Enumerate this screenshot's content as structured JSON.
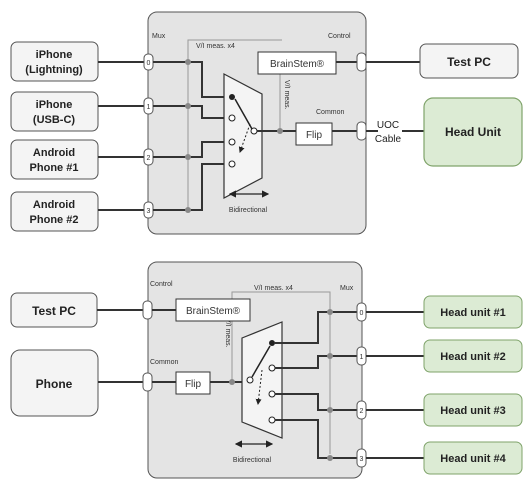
{
  "top": {
    "inputs": [
      {
        "line1": "iPhone",
        "line2": "(Lightning)"
      },
      {
        "line1": "iPhone",
        "line2": "(USB-C)"
      },
      {
        "line1": "Android",
        "line2": "Phone #1"
      },
      {
        "line1": "Android",
        "line2": "Phone #2"
      }
    ],
    "port_numbers": [
      "0",
      "1",
      "2",
      "3"
    ],
    "mux_label": "Mux",
    "control_label": "Control",
    "common_label": "Common",
    "vi_meas_x4": "V/I meas. x4",
    "vi_meas": "V/I meas.",
    "brainstem": "BrainStem®",
    "flip": "Flip",
    "bidirectional": "Bidirectional",
    "test_pc": "Test PC",
    "cable_line1": "UOC",
    "cable_line2": "Cable",
    "head_unit": "Head Unit"
  },
  "bottom": {
    "test_pc": "Test PC",
    "phone": "Phone",
    "control_label": "Control",
    "common_label": "Common",
    "mux_label": "Mux",
    "vi_meas_x4": "V/I meas. x4",
    "vi_meas": "V/I meas.",
    "brainstem": "BrainStem®",
    "flip": "Flip",
    "bidirectional": "Bidirectional",
    "port_numbers": [
      "0",
      "1",
      "2",
      "3"
    ],
    "head_units": [
      "Head unit #1",
      "Head unit #2",
      "Head unit #3",
      "Head unit #4"
    ]
  },
  "colors": {
    "hub_fill": "#e4e4e4",
    "box_fill": "#f4f4f4",
    "head_fill": "#dcebd4",
    "head_stroke": "#7fa36a",
    "line": "#333333",
    "inner_line": "#999999"
  }
}
